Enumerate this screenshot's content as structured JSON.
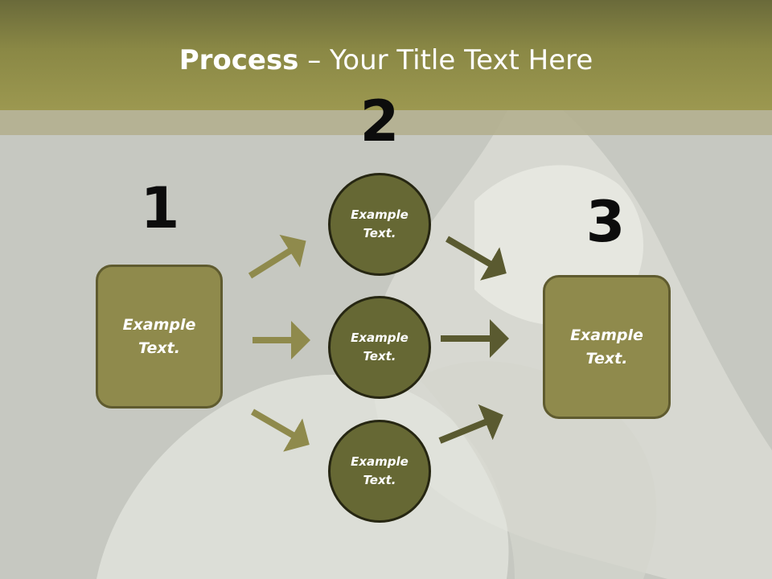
{
  "title": {
    "bold": "Process",
    "rest": " – Your Title Text Here"
  },
  "steps": [
    {
      "number": "1",
      "text": "Example\nText."
    },
    {
      "number": "2",
      "text": "Example\nText."
    },
    {
      "number": "3",
      "text": "Example\nText."
    }
  ],
  "circles": [
    {
      "text": "Example\nText."
    },
    {
      "text": "Example\nText."
    },
    {
      "text": "Example\nText."
    }
  ],
  "colors": {
    "header": "#9c9850",
    "box_fill": "#8f8a4c",
    "circle_fill": "#666834",
    "arrow_light": "#8f8a4c",
    "arrow_dark": "#5a5a30",
    "background": "#c6c8c1"
  }
}
